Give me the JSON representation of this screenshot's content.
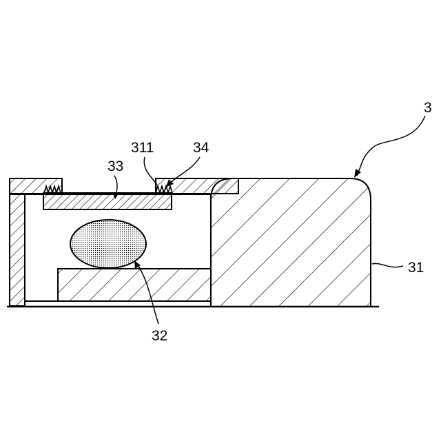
{
  "figure": {
    "description_free": true,
    "labels": {
      "assembly": "3",
      "frame": "31",
      "lens": "32",
      "cover": "33",
      "spring": "34",
      "step": "311"
    },
    "colors": {
      "line": "#000000",
      "background": "#ffffff"
    }
  }
}
